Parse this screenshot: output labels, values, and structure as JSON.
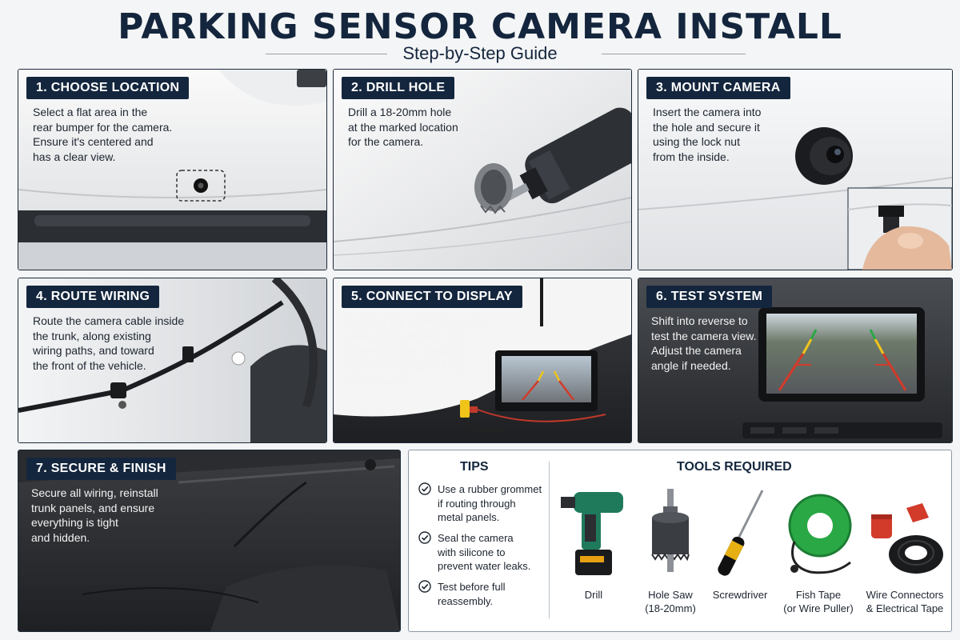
{
  "header": {
    "title": "PARKING SENSOR CAMERA INSTALL",
    "subtitle": "Step-by-Step Guide"
  },
  "steps": [
    {
      "label": "1. CHOOSE LOCATION",
      "lines": [
        "Select a flat area in the",
        "rear bumper for the camera.",
        "Ensure it's centered and",
        "has a clear view."
      ]
    },
    {
      "label": "2. DRILL HOLE",
      "lines": [
        "Drill a 18-20mm hole",
        "at the marked location",
        "for the camera."
      ]
    },
    {
      "label": "3. MOUNT CAMERA",
      "lines": [
        "Insert the camera into",
        "the hole and secure it",
        "using the lock nut",
        "from the inside."
      ]
    },
    {
      "label": "4. ROUTE WIRING",
      "lines": [
        "Route the camera cable inside",
        "the trunk, along existing",
        "wiring paths, and toward",
        "the front of the vehicle."
      ]
    },
    {
      "label": "5. CONNECT TO DISPLAY",
      "lines": [
        "Connect the camera's video",
        "cable to the display unit.",
        "Connect power (usually",
        "from reverse light +12V)",
        "and ground."
      ]
    },
    {
      "label": "6. TEST SYSTEM",
      "lines": [
        "Shift into reverse to",
        "test the camera view.",
        "Adjust the camera",
        "angle if needed."
      ]
    },
    {
      "label": "7. SECURE & FINISH",
      "lines": [
        "Secure all wiring, reinstall",
        "trunk panels, and ensure",
        "everything is tight",
        "and hidden."
      ]
    }
  ],
  "tips": {
    "title": "TIPS",
    "items": [
      {
        "lines": [
          "Use a rubber grommet",
          "if routing through",
          "metal panels."
        ]
      },
      {
        "lines": [
          "Seal the camera",
          "with silicone to",
          "prevent water leaks."
        ]
      },
      {
        "lines": [
          "Test before full",
          "reassembly."
        ]
      }
    ]
  },
  "tools": {
    "title": "TOOLS REQUIRED",
    "items": [
      {
        "icon": "drill-icon",
        "lines": [
          "Drill"
        ]
      },
      {
        "icon": "hole-saw-icon",
        "lines": [
          "Hole Saw",
          "(18-20mm)"
        ]
      },
      {
        "icon": "screwdriver-icon",
        "lines": [
          "Screwdriver"
        ]
      },
      {
        "icon": "fish-tape-icon",
        "lines": [
          "Fish Tape",
          "(or Wire Puller)"
        ]
      },
      {
        "icon": "wire-connectors-icon",
        "lines": [
          "Wire Connectors",
          "& Electrical Tape"
        ]
      }
    ]
  },
  "colors": {
    "navy": "#14263d",
    "accent_green": "#2aa845",
    "accent_red": "#d23a2a"
  }
}
